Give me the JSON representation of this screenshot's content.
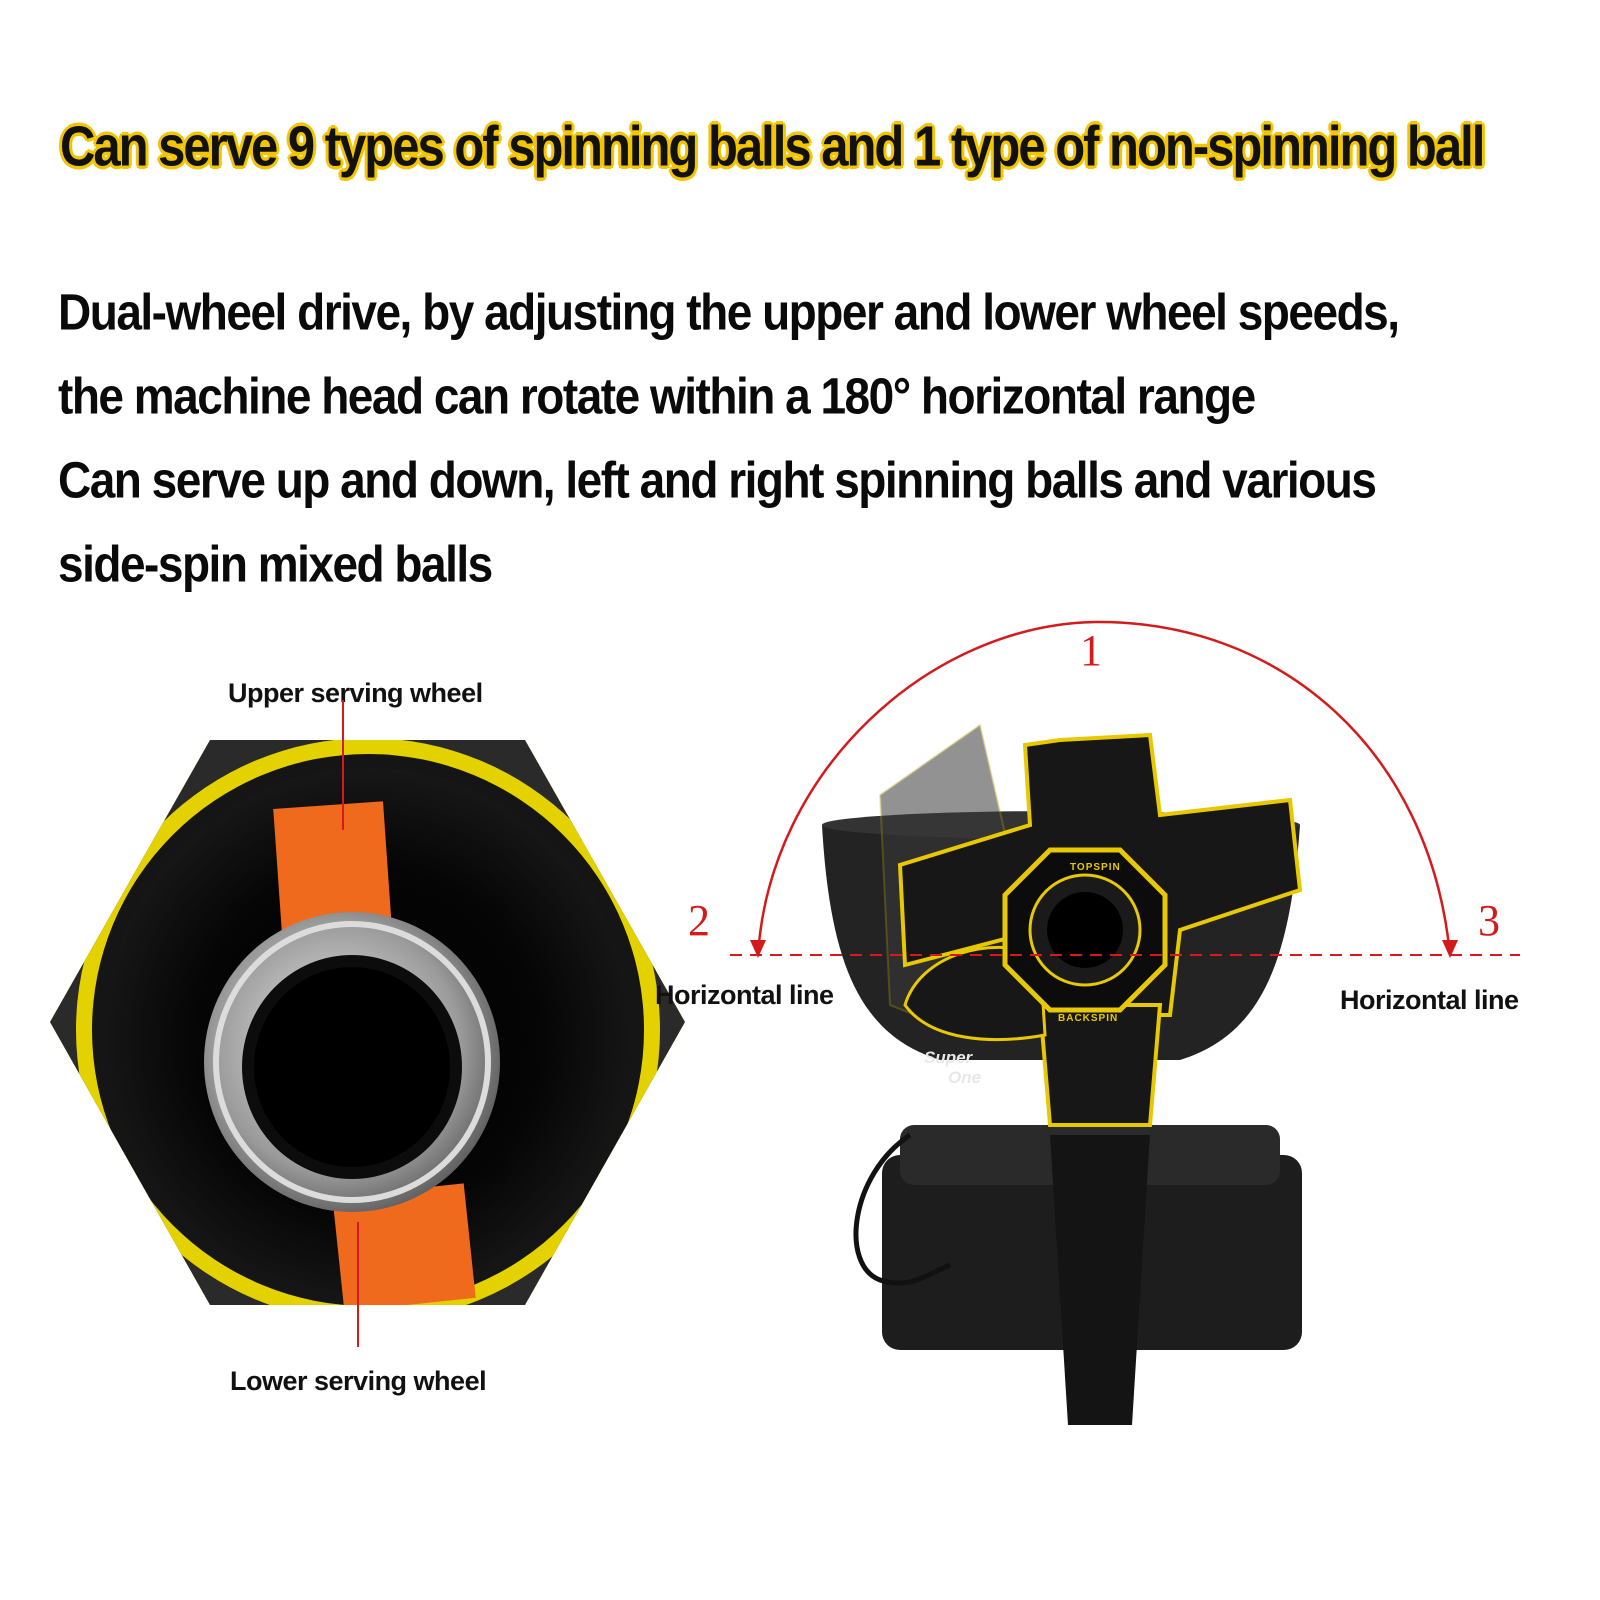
{
  "headline": "Can serve 9 types of spinning balls and 1 type of non-spinning ball",
  "description": {
    "line1": "Dual-wheel drive, by adjusting the upper and lower wheel speeds,",
    "line2": "the machine head can rotate within a 180° horizontal range",
    "line3": "Can serve up and down, left and right spinning balls and various",
    "line4": "side-spin mixed balls"
  },
  "wheel_diagram": {
    "upper_label": "Upper serving wheel",
    "lower_label": "Lower serving wheel"
  },
  "rotation_diagram": {
    "marker_1": "1",
    "marker_2": "2",
    "marker_3": "3",
    "left_label": "Horizontal line",
    "right_label": "Horizontal line",
    "machine_text_super": "Super",
    "machine_text_one": "One",
    "machine_text_topspin": "TOPSPIN",
    "machine_text_backspin": "BACKSPIN"
  },
  "colors": {
    "accent_yellow": "#f3c400",
    "arrow_red": "#d41a1a",
    "wheel_orange": "#f06a1e"
  }
}
